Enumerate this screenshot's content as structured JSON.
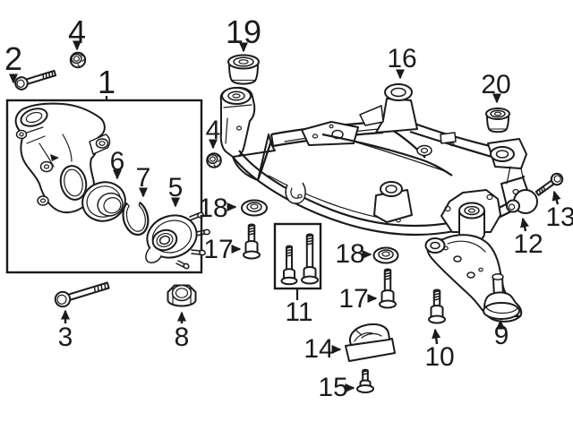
{
  "diagram": {
    "description_colors": {
      "background": "#ffffff",
      "line": "#1b1b1b"
    },
    "callouts": {
      "c1": {
        "label": "1"
      },
      "c2": {
        "label": "2"
      },
      "c3": {
        "label": "3"
      },
      "c4a": {
        "label": "4"
      },
      "c4b": {
        "label": "4"
      },
      "c5": {
        "label": "5"
      },
      "c6": {
        "label": "6"
      },
      "c7": {
        "label": "7"
      },
      "c8": {
        "label": "8"
      },
      "c9": {
        "label": "9"
      },
      "c10": {
        "label": "10"
      },
      "c11": {
        "label": "11"
      },
      "c12": {
        "label": "12"
      },
      "c13": {
        "label": "13"
      },
      "c14": {
        "label": "14"
      },
      "c15": {
        "label": "15"
      },
      "c16": {
        "label": "16"
      },
      "c17a": {
        "label": "17"
      },
      "c17b": {
        "label": "17"
      },
      "c18a": {
        "label": "18"
      },
      "c18b": {
        "label": "18"
      },
      "c19": {
        "label": "19"
      },
      "c20": {
        "label": "20"
      }
    }
  }
}
